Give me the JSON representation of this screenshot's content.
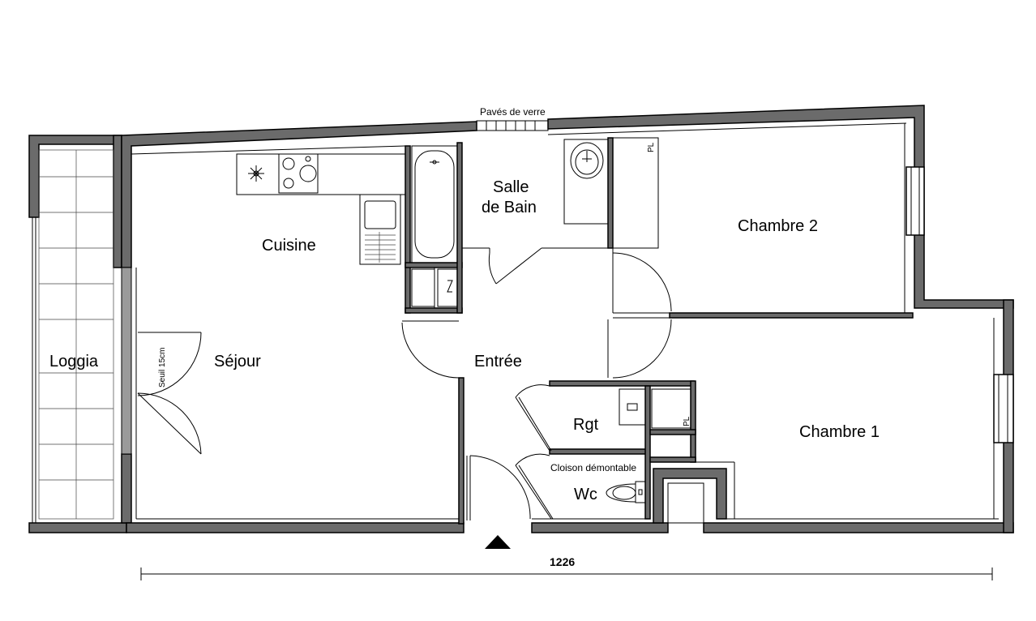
{
  "rooms": {
    "loggia": "Loggia",
    "sejour": "Séjour",
    "cuisine": "Cuisine",
    "salle_de_bain_line1": "Salle",
    "salle_de_bain_line2": "de Bain",
    "chambre_2": "Chambre 2",
    "chambre_1": "Chambre 1",
    "entree": "Entrée",
    "rgt": "Rgt",
    "wc": "Wc"
  },
  "annotations": {
    "paves_de_verre": "Pavés de verre",
    "seuil": "Seuil 15cm",
    "cloison": "Cloison démontable",
    "pl_top": "PL",
    "pl_rgt": "PL"
  },
  "dimensions": {
    "total_width": "1226"
  }
}
